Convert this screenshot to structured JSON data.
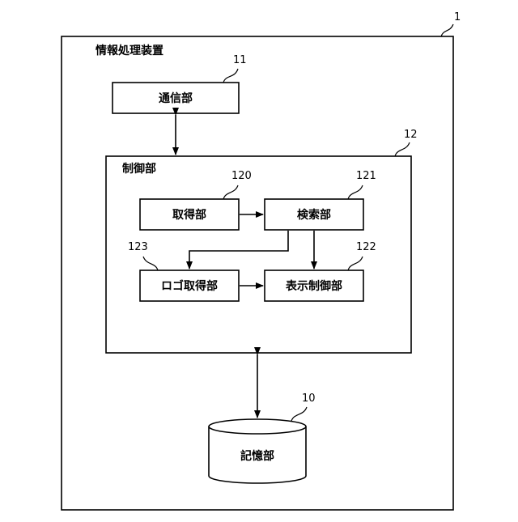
{
  "diagram": {
    "device": {
      "ref": "1",
      "title": "情報処理装置"
    },
    "comm_unit": {
      "ref": "11",
      "label": "通信部"
    },
    "control_unit": {
      "ref": "12",
      "label": "制御部",
      "acquisition": {
        "ref": "120",
        "label": "取得部"
      },
      "search": {
        "ref": "121",
        "label": "検索部"
      },
      "logo_acquisition": {
        "ref": "123",
        "label": "ロゴ取得部"
      },
      "display_control": {
        "ref": "122",
        "label": "表示制御部"
      }
    },
    "storage": {
      "ref": "10",
      "label": "記憶部"
    }
  }
}
